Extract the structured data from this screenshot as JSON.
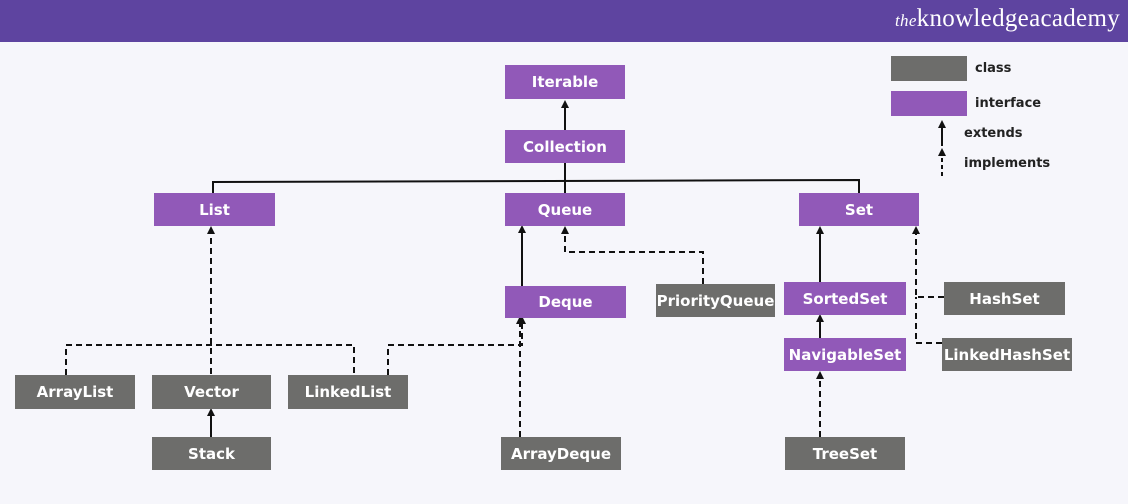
{
  "brand": {
    "prefix": "the",
    "name": "knowledgeacademy"
  },
  "colors": {
    "header": "#5e44a0",
    "interface": "#9159b8",
    "class": "#6d6d6b",
    "line": "#111111",
    "background": "#f6f6fb"
  },
  "legend": {
    "class_label": "class",
    "interface_label": "interface",
    "extends_label": "extends",
    "implements_label": "implements"
  },
  "nodes": {
    "iterable": "Iterable",
    "collection": "Collection",
    "list": "List",
    "queue": "Queue",
    "set": "Set",
    "deque": "Deque",
    "priority_queue": "PriorityQueue",
    "sorted_set": "SortedSet",
    "navigable_set": "NavigableSet",
    "hash_set": "HashSet",
    "linked_hash_set": "LinkedHashSet",
    "array_list": "ArrayList",
    "vector": "Vector",
    "linked_list": "LinkedList",
    "stack": "Stack",
    "array_deque": "ArrayDeque",
    "tree_set": "TreeSet"
  }
}
